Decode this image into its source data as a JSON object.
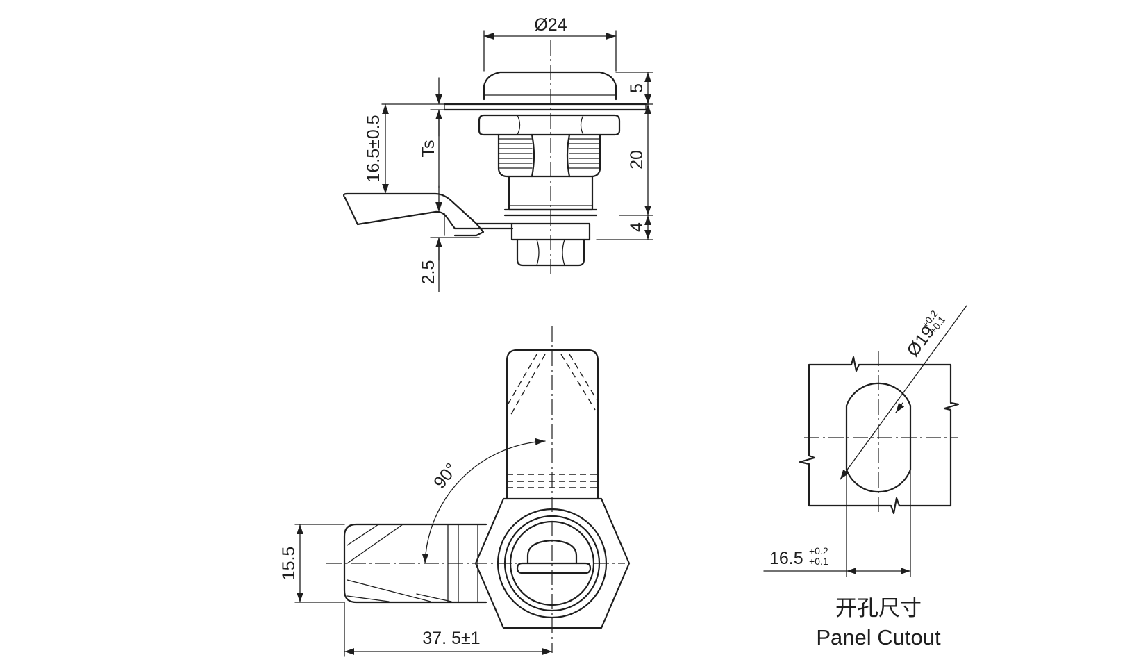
{
  "dimensions": {
    "top_diameter": "Ø24",
    "cap_height": "5",
    "body_height": "20",
    "bottom_height": "4",
    "grip_range": "16.5±0.5",
    "thickness_label": "Ts",
    "nut_offset": "2.5",
    "arm_width": "15.5",
    "arm_length": "37. 5±1",
    "rotation_angle": "90°",
    "hole_diameter": "Ø19",
    "hole_diameter_tol_upper": "+0.2",
    "hole_diameter_tol_lower": "+0.1",
    "flat_width": "16.5",
    "flat_width_tol_upper": "+0.2",
    "flat_width_tol_lower": "+0.1"
  },
  "caption": {
    "chinese": "开孔尺寸",
    "english": "Panel Cutout"
  }
}
